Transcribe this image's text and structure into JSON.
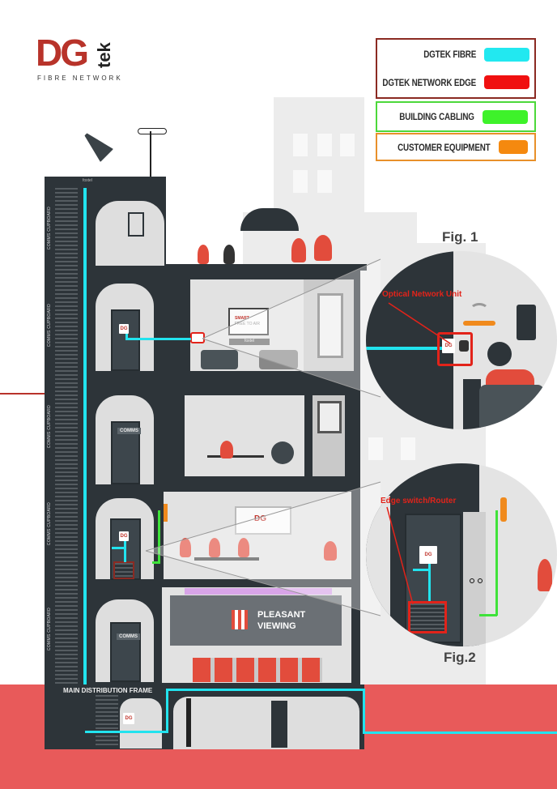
{
  "logo": {
    "brand": "DG",
    "suffix": "tek",
    "tagline": "FIBRE NETWORK"
  },
  "legend": [
    {
      "label": "DGTEK FIBRE",
      "color": "#22e8f0",
      "border": "#8b2a22"
    },
    {
      "label": "DGTEK NETWORK EDGE",
      "color": "#f01010",
      "border": "#8b2a22"
    },
    {
      "label": "BUILDING CABLING",
      "color": "#3ef22a",
      "border": "#4cd83a"
    },
    {
      "label": "CUSTOMER EQUIPMENT",
      "color": "#f5890f",
      "border": "#e8902a"
    }
  ],
  "building": {
    "cupboard_label": "COMMS CUPBOARD",
    "comms_door_label": "COMMS",
    "mdf_label": "MAIN DISTRIBUTION FRAME",
    "tv_line1": "SMART",
    "tv_line2": "FREE TO AIR",
    "tv_brand": "foxtel",
    "roof_brand": "foxtel",
    "cinema_line1": "PLEASANT",
    "cinema_line2": "VIEWING",
    "ont_badge": "DG"
  },
  "figures": [
    {
      "title": "Fig. 1",
      "callout": "Optical Network Unit"
    },
    {
      "title": "Fig.2",
      "callout": "Edge switch/Router"
    }
  ],
  "colors": {
    "fibre": "#22e3ee",
    "edge": "#e2231a",
    "cabling": "#3fe23a",
    "customer": "#f08a1d",
    "building": "#2d3439",
    "ground": "#e85a5a"
  }
}
